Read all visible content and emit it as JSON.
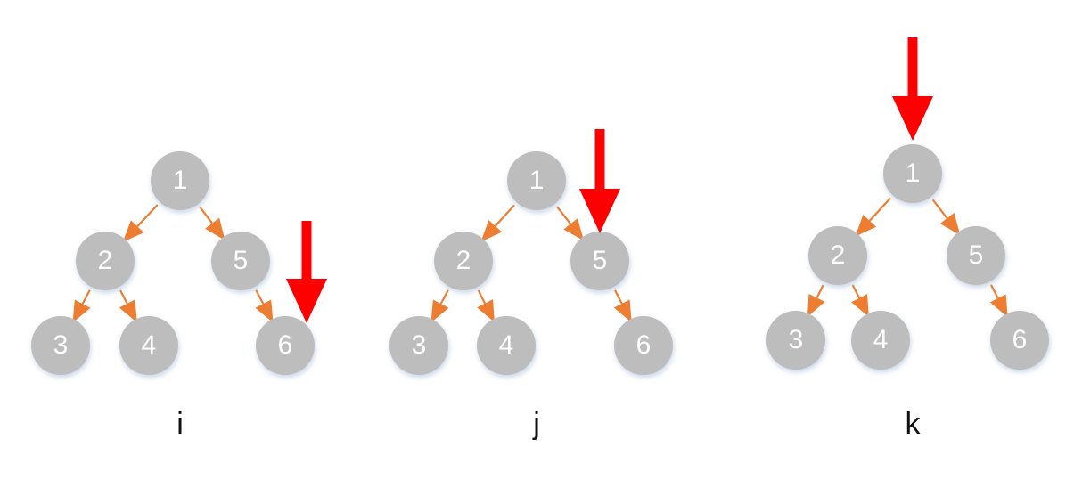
{
  "colors": {
    "node_fill": "#bdbdbd",
    "node_text": "#ffffff",
    "edge": "#ed7d31",
    "pointer": "#ff0000",
    "caption": "#111111",
    "background": "#ffffff"
  },
  "diagrams": [
    {
      "caption": "i",
      "pointer_target": "6",
      "nodes": [
        "1",
        "2",
        "5",
        "3",
        "4",
        "6"
      ],
      "edges": [
        [
          "1",
          "2"
        ],
        [
          "1",
          "5"
        ],
        [
          "2",
          "3"
        ],
        [
          "2",
          "4"
        ],
        [
          "5",
          "6"
        ]
      ]
    },
    {
      "caption": "j",
      "pointer_target": "5",
      "nodes": [
        "1",
        "2",
        "5",
        "3",
        "4",
        "6"
      ],
      "edges": [
        [
          "1",
          "2"
        ],
        [
          "1",
          "5"
        ],
        [
          "2",
          "3"
        ],
        [
          "2",
          "4"
        ],
        [
          "5",
          "6"
        ]
      ]
    },
    {
      "caption": "k",
      "pointer_target": "1",
      "nodes": [
        "1",
        "2",
        "5",
        "3",
        "4",
        "6"
      ],
      "edges": [
        [
          "1",
          "2"
        ],
        [
          "1",
          "5"
        ],
        [
          "2",
          "3"
        ],
        [
          "2",
          "4"
        ],
        [
          "5",
          "6"
        ]
      ]
    }
  ]
}
